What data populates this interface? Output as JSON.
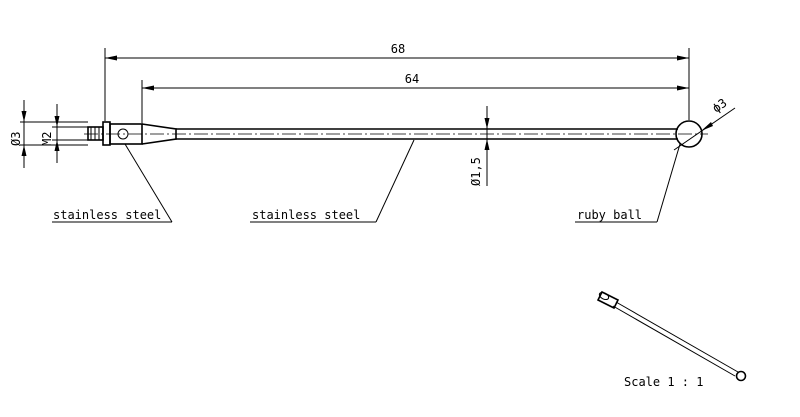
{
  "dimensions": {
    "overall_length": "68",
    "probe_length": "64",
    "ball_diameter": "ϕ3",
    "stem_diameter": "Ø1,5",
    "body_diameter": "Ø3",
    "thread": "M2"
  },
  "labels": {
    "shank_material": "stainless steel",
    "stem_material": "stainless steel",
    "tip_material": "ruby ball"
  },
  "scale_note": "Scale 1 : 1"
}
